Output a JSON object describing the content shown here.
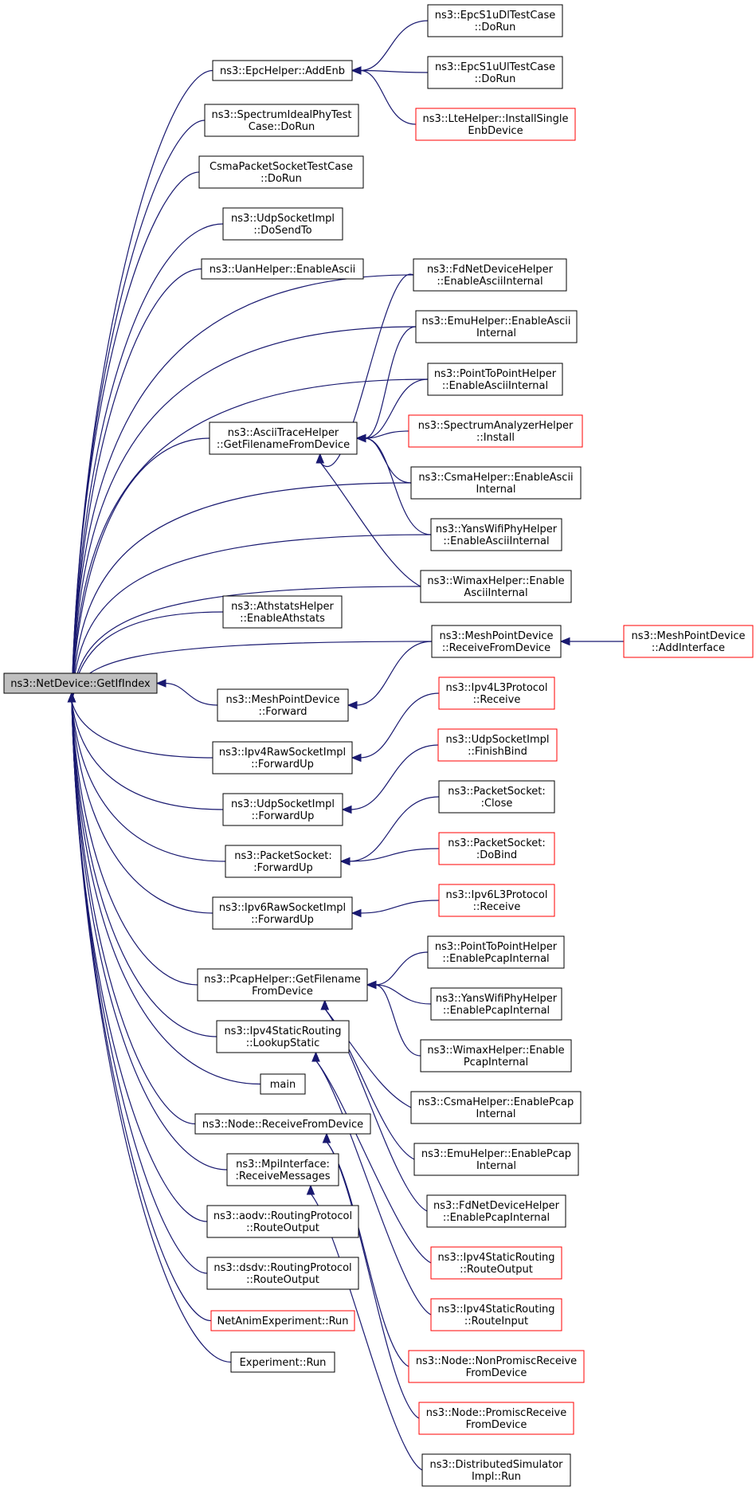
{
  "colors": {
    "edge": "#191970",
    "border_normal": "#000000",
    "border_truncated": "#ff0000",
    "focus_fill": "#bfbfbf",
    "node_fill": "#ffffff",
    "text": "#000000"
  },
  "nodes": [
    {
      "id": "root",
      "lines": [
        "ns3::NetDevice::GetIfIndex"
      ],
      "style": "focus"
    },
    {
      "id": "epc_addenb",
      "lines": [
        "ns3::EpcHelper::AddEnb"
      ],
      "style": "normal"
    },
    {
      "id": "epc_s1udl",
      "lines": [
        "ns3::EpcS1uDlTestCase",
        "::DoRun"
      ],
      "style": "normal"
    },
    {
      "id": "epc_s1uul",
      "lines": [
        "ns3::EpcS1uUlTestCase",
        "::DoRun"
      ],
      "style": "normal"
    },
    {
      "id": "lte_install",
      "lines": [
        "ns3::LteHelper::InstallSingle",
        "EnbDevice"
      ],
      "style": "truncated"
    },
    {
      "id": "spectrum_ideal",
      "lines": [
        "ns3::SpectrumIdealPhyTest",
        "Case::DoRun"
      ],
      "style": "normal"
    },
    {
      "id": "csma_pkt",
      "lines": [
        "CsmaPacketSocketTestCase",
        "::DoRun"
      ],
      "style": "normal"
    },
    {
      "id": "udp_sendto",
      "lines": [
        "ns3::UdpSocketImpl",
        "::DoSendTo"
      ],
      "style": "normal"
    },
    {
      "id": "uan_ascii",
      "lines": [
        "ns3::UanHelper::EnableAscii"
      ],
      "style": "normal"
    },
    {
      "id": "fd_ascii",
      "lines": [
        "ns3::FdNetDeviceHelper",
        "::EnableAsciiInternal"
      ],
      "style": "normal"
    },
    {
      "id": "emu_ascii",
      "lines": [
        "ns3::EmuHelper::EnableAscii",
        "Internal"
      ],
      "style": "normal"
    },
    {
      "id": "p2p_ascii",
      "lines": [
        "ns3::PointToPointHelper",
        "::EnableAsciiInternal"
      ],
      "style": "normal"
    },
    {
      "id": "ascii_trace",
      "lines": [
        "ns3::AsciiTraceHelper",
        "::GetFilenameFromDevice"
      ],
      "style": "normal"
    },
    {
      "id": "spec_analyzer",
      "lines": [
        "ns3::SpectrumAnalyzerHelper",
        "::Install"
      ],
      "style": "truncated"
    },
    {
      "id": "csma_ascii",
      "lines": [
        "ns3::CsmaHelper::EnableAscii",
        "Internal"
      ],
      "style": "normal"
    },
    {
      "id": "yans_ascii",
      "lines": [
        "ns3::YansWifiPhyHelper",
        "::EnableAsciiInternal"
      ],
      "style": "normal"
    },
    {
      "id": "wimax_ascii",
      "lines": [
        "ns3::WimaxHelper::Enable",
        "AsciiInternal"
      ],
      "style": "normal"
    },
    {
      "id": "athstats",
      "lines": [
        "ns3::AthstatsHelper",
        "::EnableAthstats"
      ],
      "style": "normal"
    },
    {
      "id": "mesh_recv",
      "lines": [
        "ns3::MeshPointDevice",
        "::ReceiveFromDevice"
      ],
      "style": "normal"
    },
    {
      "id": "mesh_addif",
      "lines": [
        "ns3::MeshPointDevice",
        "::AddInterface"
      ],
      "style": "truncated"
    },
    {
      "id": "mesh_fwd",
      "lines": [
        "ns3::MeshPointDevice",
        "::Forward"
      ],
      "style": "normal"
    },
    {
      "id": "ipv4l3_recv",
      "lines": [
        "ns3::Ipv4L3Protocol",
        "::Receive"
      ],
      "style": "truncated"
    },
    {
      "id": "ipv4raw_fwd",
      "lines": [
        "ns3::Ipv4RawSocketImpl",
        "::ForwardUp"
      ],
      "style": "normal"
    },
    {
      "id": "udp_finish",
      "lines": [
        "ns3::UdpSocketImpl",
        "::FinishBind"
      ],
      "style": "truncated"
    },
    {
      "id": "udp_fwd",
      "lines": [
        "ns3::UdpSocketImpl",
        "::ForwardUp"
      ],
      "style": "normal"
    },
    {
      "id": "pkt_close",
      "lines": [
        "ns3::PacketSocket:",
        ":Close"
      ],
      "style": "normal"
    },
    {
      "id": "pkt_fwd",
      "lines": [
        "ns3::PacketSocket:",
        ":ForwardUp"
      ],
      "style": "normal"
    },
    {
      "id": "pkt_dobind",
      "lines": [
        "ns3::PacketSocket:",
        ":DoBind"
      ],
      "style": "truncated"
    },
    {
      "id": "ipv6raw_fwd",
      "lines": [
        "ns3::Ipv6RawSocketImpl",
        "::ForwardUp"
      ],
      "style": "normal"
    },
    {
      "id": "ipv6l3_recv",
      "lines": [
        "ns3::Ipv6L3Protocol",
        "::Receive"
      ],
      "style": "truncated"
    },
    {
      "id": "p2p_pcap",
      "lines": [
        "ns3::PointToPointHelper",
        "::EnablePcapInternal"
      ],
      "style": "normal"
    },
    {
      "id": "pcap_helper",
      "lines": [
        "ns3::PcapHelper::GetFilename",
        "FromDevice"
      ],
      "style": "normal"
    },
    {
      "id": "yans_pcap",
      "lines": [
        "ns3::YansWifiPhyHelper",
        "::EnablePcapInternal"
      ],
      "style": "normal"
    },
    {
      "id": "ipv4static_lookup",
      "lines": [
        "ns3::Ipv4StaticRouting",
        "::LookupStatic"
      ],
      "style": "normal"
    },
    {
      "id": "wimax_pcap",
      "lines": [
        "ns3::WimaxHelper::Enable",
        "PcapInternal"
      ],
      "style": "normal"
    },
    {
      "id": "main",
      "lines": [
        "main"
      ],
      "style": "normal"
    },
    {
      "id": "csma_pcap",
      "lines": [
        "ns3::CsmaHelper::EnablePcap",
        "Internal"
      ],
      "style": "normal"
    },
    {
      "id": "node_recv",
      "lines": [
        "ns3::Node::ReceiveFromDevice"
      ],
      "style": "normal"
    },
    {
      "id": "emu_pcap",
      "lines": [
        "ns3::EmuHelper::EnablePcap",
        "Internal"
      ],
      "style": "normal"
    },
    {
      "id": "mpi_recv",
      "lines": [
        "ns3::MpiInterface:",
        ":ReceiveMessages"
      ],
      "style": "normal"
    },
    {
      "id": "fd_pcap",
      "lines": [
        "ns3::FdNetDeviceHelper",
        "::EnablePcapInternal"
      ],
      "style": "normal"
    },
    {
      "id": "aodv_route",
      "lines": [
        "ns3::aodv::RoutingProtocol",
        "::RouteOutput"
      ],
      "style": "normal"
    },
    {
      "id": "ipv4static_out",
      "lines": [
        "ns3::Ipv4StaticRouting",
        "::RouteOutput"
      ],
      "style": "truncated"
    },
    {
      "id": "dsdv_route",
      "lines": [
        "ns3::dsdv::RoutingProtocol",
        "::RouteOutput"
      ],
      "style": "normal"
    },
    {
      "id": "ipv4static_in",
      "lines": [
        "ns3::Ipv4StaticRouting",
        "::RouteInput"
      ],
      "style": "truncated"
    },
    {
      "id": "netanim_run",
      "lines": [
        "NetAnimExperiment::Run"
      ],
      "style": "truncated"
    },
    {
      "id": "node_nonpromisc",
      "lines": [
        "ns3::Node::NonPromiscReceive",
        "FromDevice"
      ],
      "style": "truncated"
    },
    {
      "id": "experiment_run",
      "lines": [
        "Experiment::Run"
      ],
      "style": "normal"
    },
    {
      "id": "node_promisc",
      "lines": [
        "ns3::Node::PromiscReceive",
        "FromDevice"
      ],
      "style": "truncated"
    },
    {
      "id": "dist_sim_run",
      "lines": [
        "ns3::DistributedSimulator",
        "Impl::Run"
      ],
      "style": "normal"
    }
  ],
  "edges": [
    {
      "from": "epc_addenb",
      "to": "root"
    },
    {
      "from": "spectrum_ideal",
      "to": "root"
    },
    {
      "from": "csma_pkt",
      "to": "root"
    },
    {
      "from": "udp_sendto",
      "to": "root"
    },
    {
      "from": "uan_ascii",
      "to": "root"
    },
    {
      "from": "fd_ascii",
      "to": "root"
    },
    {
      "from": "emu_ascii",
      "to": "root"
    },
    {
      "from": "p2p_ascii",
      "to": "root"
    },
    {
      "from": "ascii_trace",
      "to": "root"
    },
    {
      "from": "csma_ascii",
      "to": "root"
    },
    {
      "from": "yans_ascii",
      "to": "root"
    },
    {
      "from": "wimax_ascii",
      "to": "root"
    },
    {
      "from": "athstats",
      "to": "root"
    },
    {
      "from": "mesh_recv",
      "to": "root"
    },
    {
      "from": "mesh_fwd",
      "to": "root"
    },
    {
      "from": "ipv4raw_fwd",
      "to": "root"
    },
    {
      "from": "udp_fwd",
      "to": "root"
    },
    {
      "from": "pkt_fwd",
      "to": "root"
    },
    {
      "from": "ipv6raw_fwd",
      "to": "root"
    },
    {
      "from": "pcap_helper",
      "to": "root"
    },
    {
      "from": "ipv4static_lookup",
      "to": "root"
    },
    {
      "from": "main",
      "to": "root"
    },
    {
      "from": "node_recv",
      "to": "root"
    },
    {
      "from": "mpi_recv",
      "to": "root"
    },
    {
      "from": "aodv_route",
      "to": "root"
    },
    {
      "from": "dsdv_route",
      "to": "root"
    },
    {
      "from": "netanim_run",
      "to": "root"
    },
    {
      "from": "experiment_run",
      "to": "root"
    },
    {
      "from": "epc_s1udl",
      "to": "epc_addenb"
    },
    {
      "from": "epc_s1uul",
      "to": "epc_addenb"
    },
    {
      "from": "lte_install",
      "to": "epc_addenb"
    },
    {
      "from": "fd_ascii",
      "to": "ascii_trace"
    },
    {
      "from": "emu_ascii",
      "to": "ascii_trace"
    },
    {
      "from": "p2p_ascii",
      "to": "ascii_trace"
    },
    {
      "from": "spec_analyzer",
      "to": "ascii_trace"
    },
    {
      "from": "csma_ascii",
      "to": "ascii_trace"
    },
    {
      "from": "yans_ascii",
      "to": "ascii_trace"
    },
    {
      "from": "wimax_ascii",
      "to": "ascii_trace"
    },
    {
      "from": "mesh_addif",
      "to": "mesh_recv"
    },
    {
      "from": "mesh_recv",
      "to": "mesh_fwd"
    },
    {
      "from": "ipv4l3_recv",
      "to": "ipv4raw_fwd"
    },
    {
      "from": "udp_finish",
      "to": "udp_fwd"
    },
    {
      "from": "pkt_close",
      "to": "pkt_fwd"
    },
    {
      "from": "pkt_dobind",
      "to": "pkt_fwd"
    },
    {
      "from": "ipv6l3_recv",
      "to": "ipv6raw_fwd"
    },
    {
      "from": "p2p_pcap",
      "to": "pcap_helper"
    },
    {
      "from": "yans_pcap",
      "to": "pcap_helper"
    },
    {
      "from": "wimax_pcap",
      "to": "pcap_helper"
    },
    {
      "from": "csma_pcap",
      "to": "pcap_helper"
    },
    {
      "from": "emu_pcap",
      "to": "pcap_helper"
    },
    {
      "from": "fd_pcap",
      "to": "pcap_helper"
    },
    {
      "from": "ipv4static_out",
      "to": "ipv4static_lookup"
    },
    {
      "from": "ipv4static_in",
      "to": "ipv4static_lookup"
    },
    {
      "from": "node_nonpromisc",
      "to": "node_recv"
    },
    {
      "from": "node_promisc",
      "to": "node_recv"
    },
    {
      "from": "dist_sim_run",
      "to": "mpi_recv"
    }
  ]
}
